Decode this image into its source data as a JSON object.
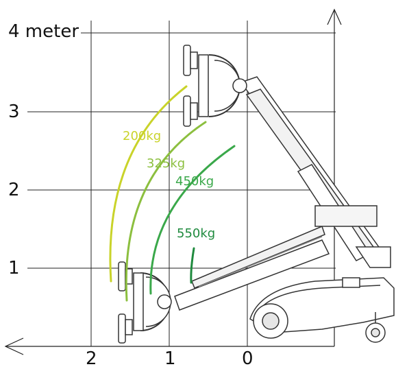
{
  "axes": {
    "y_labels": [
      "4 meter",
      "3",
      "2",
      "1"
    ],
    "x_labels": [
      "2",
      "1",
      "0"
    ]
  },
  "capacities": [
    {
      "label": "200kg",
      "color": "#c9d32a"
    },
    {
      "label": "325kg",
      "color": "#8cbf3f"
    },
    {
      "label": "450kg",
      "color": "#3aa84a"
    },
    {
      "label": "550kg",
      "color": "#1f8a3e"
    }
  ]
}
